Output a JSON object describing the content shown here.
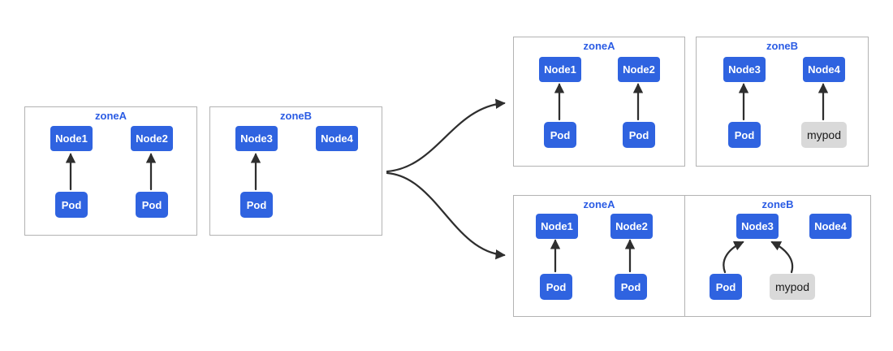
{
  "colors": {
    "node_blue": "#2f63e0",
    "zone_label_blue": "#2b5ce4",
    "mypod_gray": "#d9d9d9",
    "mypod_text": "#1a1a1a",
    "zone_border_gray": "#b3b3b3",
    "arrow_dark": "#2e2e2e",
    "background": "#ffffff"
  },
  "zones": [
    {
      "label": "zoneA",
      "nodes": [
        {
          "label": "Node1"
        },
        {
          "label": "Node2"
        }
      ],
      "pods": [
        {
          "label": "Pod"
        },
        {
          "label": "Pod"
        }
      ]
    },
    {
      "label": "zoneB",
      "nodes": [
        {
          "label": "Node3"
        },
        {
          "label": "Node4"
        }
      ],
      "pods": [
        {
          "label": "Pod"
        }
      ]
    },
    {
      "label": "zoneA",
      "nodes": [
        {
          "label": "Node1"
        },
        {
          "label": "Node2"
        }
      ],
      "pods": [
        {
          "label": "Pod"
        },
        {
          "label": "Pod"
        }
      ]
    },
    {
      "label": "zoneB",
      "nodes": [
        {
          "label": "Node3"
        },
        {
          "label": "Node4"
        }
      ],
      "pods": [
        {
          "label": "Pod"
        },
        {
          "label": "mypod"
        }
      ]
    },
    {
      "label": "zoneA",
      "nodes": [
        {
          "label": "Node1"
        },
        {
          "label": "Node2"
        }
      ],
      "pods": [
        {
          "label": "Pod"
        },
        {
          "label": "Pod"
        }
      ]
    },
    {
      "label": "zoneB",
      "nodes": [
        {
          "label": "Node3"
        },
        {
          "label": "Node4"
        }
      ],
      "pods": [
        {
          "label": "Pod"
        },
        {
          "label": "mypod"
        }
      ]
    }
  ]
}
